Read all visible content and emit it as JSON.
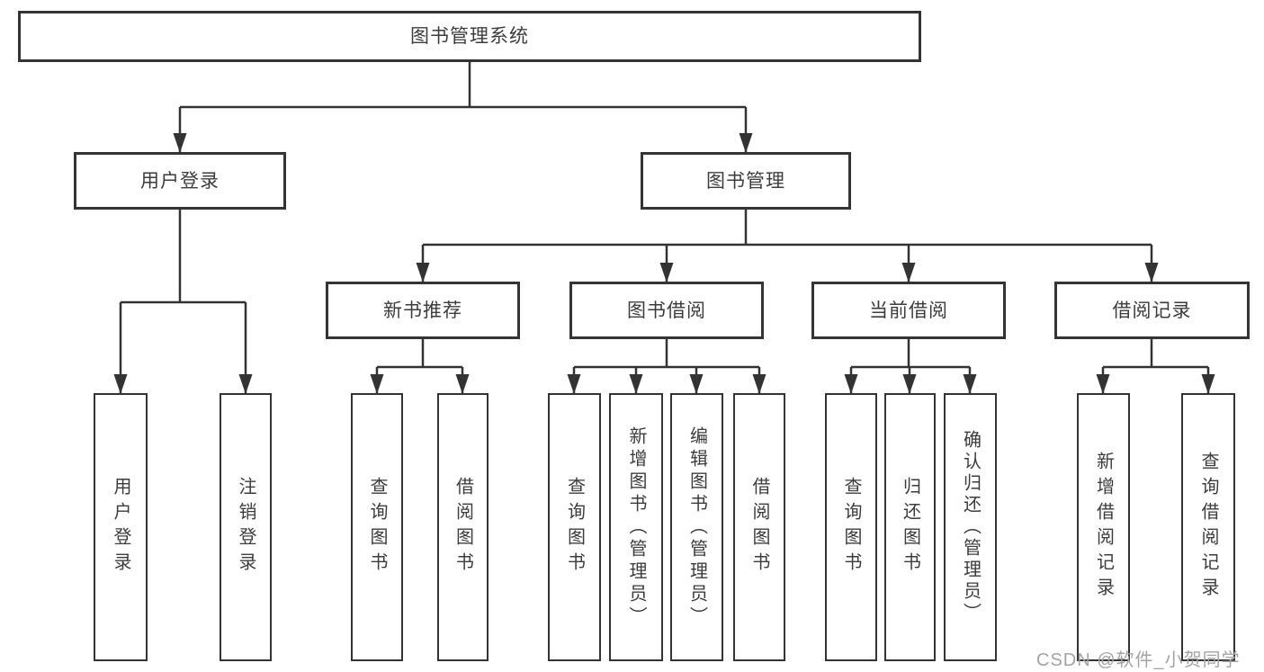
{
  "colors": {
    "background": "#ffffff",
    "line": "#333333",
    "box_border": "#343434",
    "text": "#3c3c3c",
    "watermark": "#a3a3a3"
  },
  "nodes": {
    "root": {
      "label": "图书管理系统"
    },
    "user_login_branch": {
      "label": "用户登录"
    },
    "book_management": {
      "label": "图书管理"
    },
    "new_book_recommend": {
      "label": "新书推荐"
    },
    "book_borrow": {
      "label": "图书借阅"
    },
    "current_borrow": {
      "label": "当前借阅"
    },
    "borrow_records": {
      "label": "借阅记录"
    },
    "leaf_user_login": {
      "label": "用户登录"
    },
    "leaf_logout": {
      "label": "注销登录"
    },
    "leaf_query_books_1": {
      "label": "查询图书"
    },
    "leaf_borrow_books_1": {
      "label": "借阅图书"
    },
    "leaf_query_books_2": {
      "label": "查询图书"
    },
    "leaf_add_books": {
      "label": "新增图书（管理员）"
    },
    "leaf_edit_books": {
      "label": "编辑图书（管理员）"
    },
    "leaf_borrow_books_2": {
      "label": "借阅图书"
    },
    "leaf_query_books_3": {
      "label": "查询图书"
    },
    "leaf_return_books": {
      "label": "归还图书"
    },
    "leaf_confirm_return": {
      "label": "确认归还（管理员）"
    },
    "leaf_add_borrow_record": {
      "label": "新增借阅记录"
    },
    "leaf_query_borrow_record": {
      "label": "查询借阅记录"
    }
  },
  "edges": [
    {
      "from": "root",
      "to": "user_login_branch"
    },
    {
      "from": "root",
      "to": "book_management"
    },
    {
      "from": "user_login_branch",
      "to": "leaf_user_login"
    },
    {
      "from": "user_login_branch",
      "to": "leaf_logout"
    },
    {
      "from": "book_management",
      "to": "new_book_recommend"
    },
    {
      "from": "book_management",
      "to": "book_borrow"
    },
    {
      "from": "book_management",
      "to": "current_borrow"
    },
    {
      "from": "book_management",
      "to": "borrow_records"
    },
    {
      "from": "new_book_recommend",
      "to": "leaf_query_books_1"
    },
    {
      "from": "new_book_recommend",
      "to": "leaf_borrow_books_1"
    },
    {
      "from": "book_borrow",
      "to": "leaf_query_books_2"
    },
    {
      "from": "book_borrow",
      "to": "leaf_add_books"
    },
    {
      "from": "book_borrow",
      "to": "leaf_edit_books"
    },
    {
      "from": "book_borrow",
      "to": "leaf_borrow_books_2"
    },
    {
      "from": "current_borrow",
      "to": "leaf_query_books_3"
    },
    {
      "from": "current_borrow",
      "to": "leaf_return_books"
    },
    {
      "from": "current_borrow",
      "to": "leaf_confirm_return"
    },
    {
      "from": "borrow_records",
      "to": "leaf_add_borrow_record"
    },
    {
      "from": "borrow_records",
      "to": "leaf_query_borrow_record"
    }
  ],
  "watermark": {
    "text": "CSDN @软件_小贺同学"
  }
}
